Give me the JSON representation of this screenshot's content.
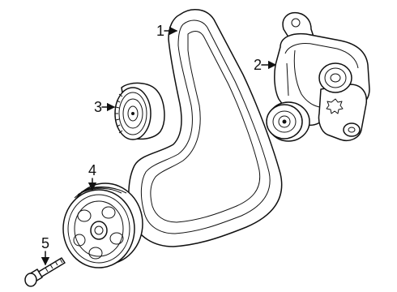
{
  "callouts": [
    {
      "number": "1",
      "part": "belt"
    },
    {
      "number": "2",
      "part": "tensioner"
    },
    {
      "number": "3",
      "part": "idler-pulley"
    },
    {
      "number": "4",
      "part": "crankshaft-pulley"
    },
    {
      "number": "5",
      "part": "bolt"
    }
  ],
  "colors": {
    "line": "#111111",
    "background": "#ffffff"
  }
}
